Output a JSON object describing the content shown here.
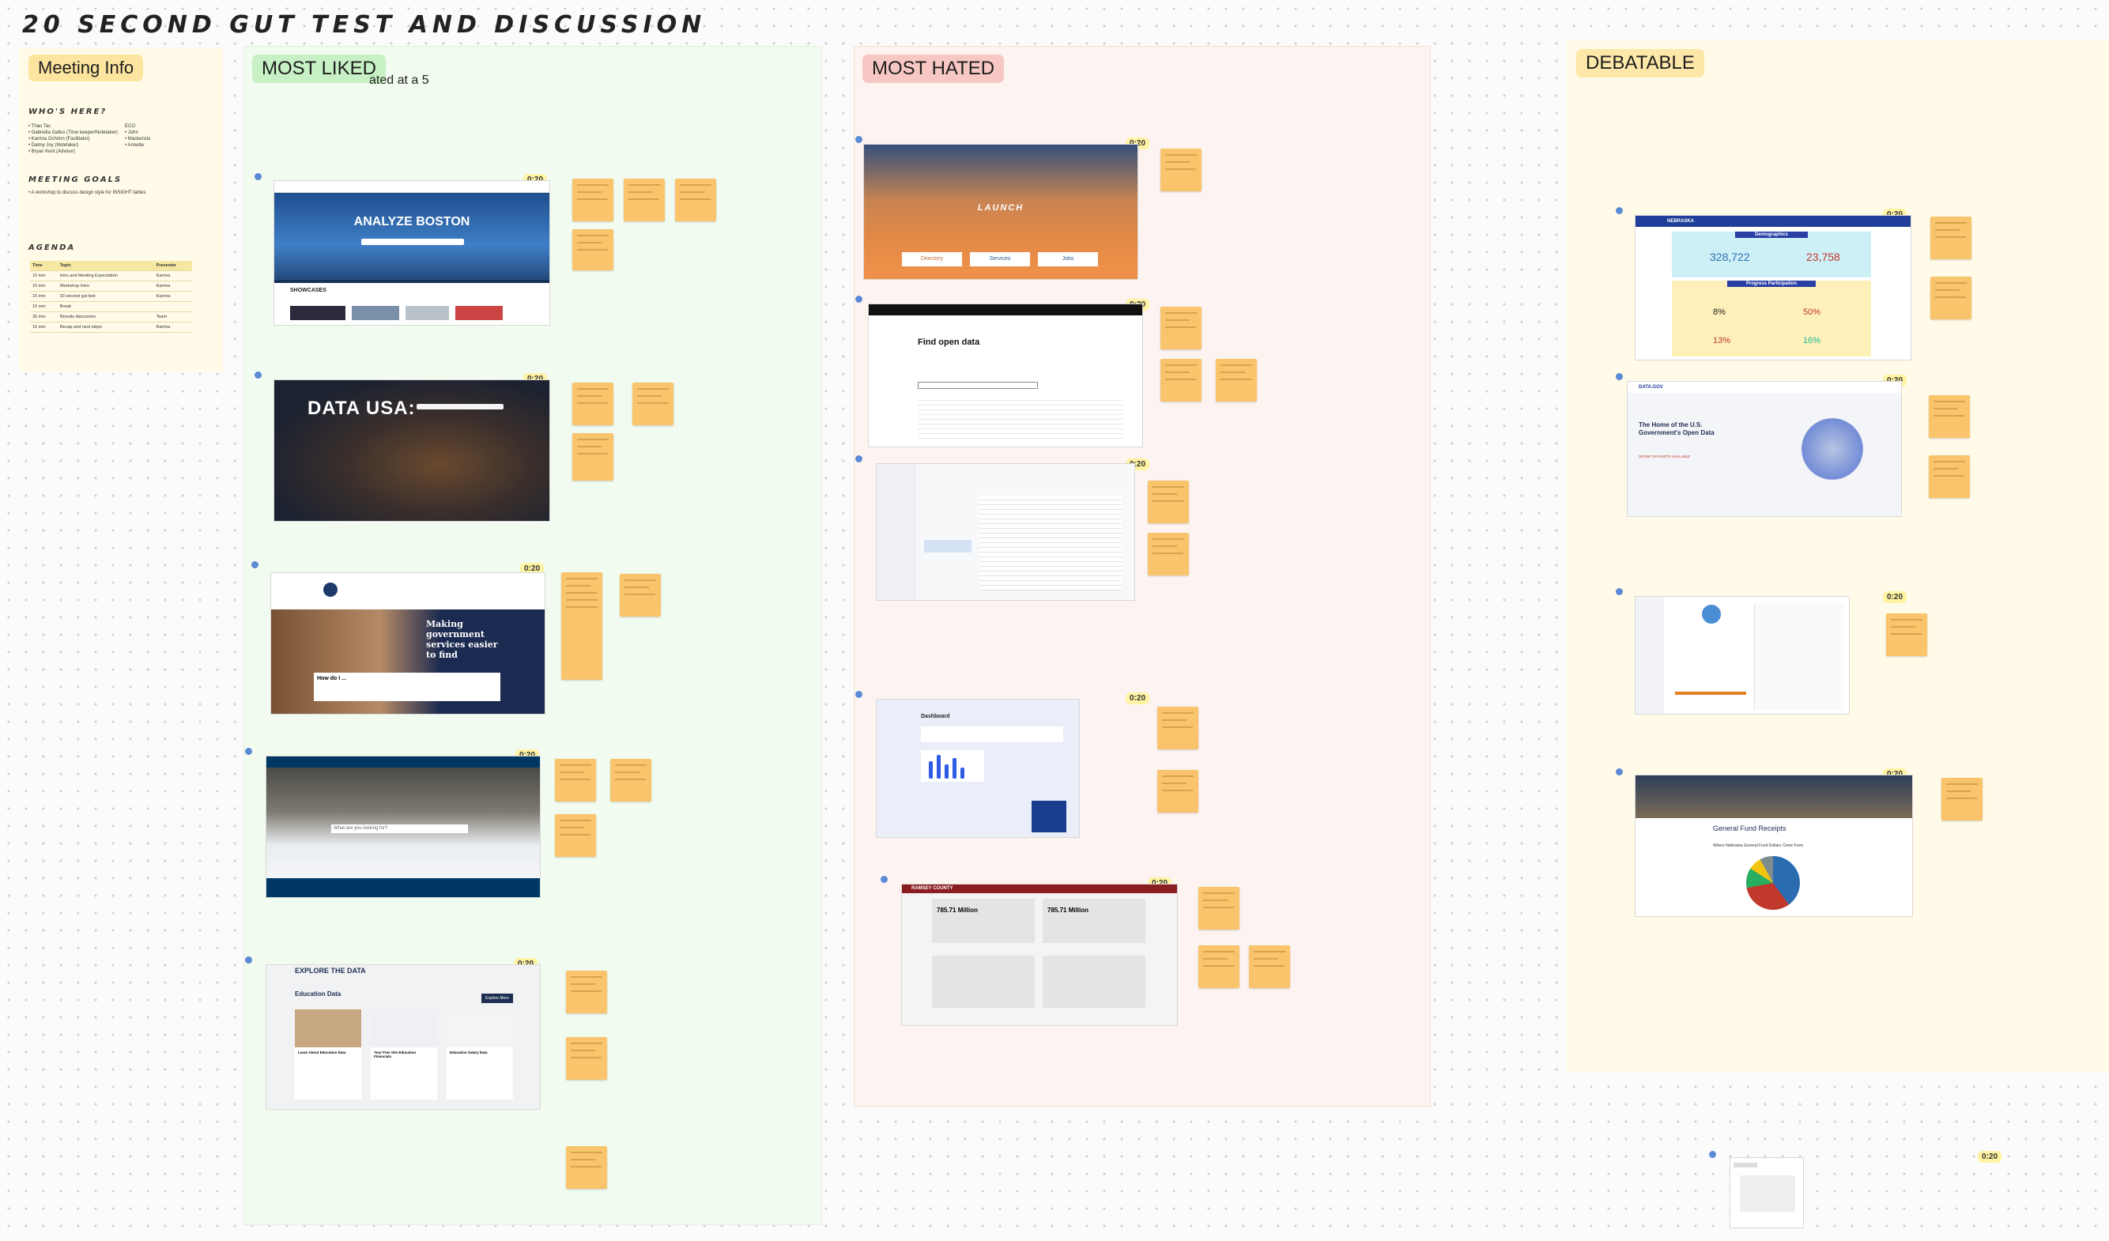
{
  "board": {
    "title": "20 SECOND GUT TEST AND DISCUSSION"
  },
  "meeting": {
    "label": "Meeting Info",
    "whos_here_heading": "WHO'S HERE?",
    "attendees_left": [
      "• Thao Tac",
      "• Gabriella Gallus (Time keeper/Notetaker)",
      "• Karrina Ochrinn (Facilitator)",
      "• Dalmy Joy (Notetaker)",
      "• Bryan Kent (Advisor)"
    ],
    "attendees_right": [
      "ECO",
      "• John",
      "• Mackenzie",
      "• Annette"
    ],
    "goals_heading": "MEETING GOALS",
    "goals": [
      "• A workshop to discuss design style for INSIGHT tables"
    ],
    "agenda_heading": "AGENDA",
    "agenda_columns": [
      "Time",
      "Topic",
      "Presenter"
    ],
    "agenda_rows": [
      [
        "10 min",
        "Intro and Meeting Expectation",
        "Karrina"
      ],
      [
        "10 min",
        "Workshop Intro",
        "Karrina"
      ],
      [
        "15 min",
        "20 second gut test",
        "Karrina"
      ],
      [
        "15 min",
        "Break",
        ""
      ],
      [
        "30 min",
        "Results discussion",
        "Team"
      ],
      [
        "15 min",
        "Recap and next steps",
        "Karrina"
      ]
    ]
  },
  "sections": {
    "liked": {
      "label": "MOST LIKED",
      "subtitle": "ated at a 5"
    },
    "hated": {
      "label": "MOST HATED"
    },
    "debatable": {
      "label": "DEBATABLE"
    }
  },
  "timer_label": "0:20",
  "screens": {
    "boston_title": "ANALYZE BOSTON",
    "boston_sub": "SHOWCASES",
    "datausa_title": "DATA USA:",
    "usagov_title": "Making government services easier to find",
    "usagov_sub": "How do I ...",
    "minnesota_search": "What are you looking for?",
    "explore_title": "EXPLORE THE DATA",
    "explore_sub": "Education Data",
    "explore_button": "Explore More",
    "explore_cards": [
      "Learn About Education Data",
      "Your Free Site Education Financials",
      "Education Salary Data"
    ],
    "idaho_title": "LAUNCH",
    "idaho_buttons": [
      "Directory",
      "Services",
      "Jobs"
    ],
    "find_open_title": "Find open data",
    "dashboard_title": "Dashboard",
    "ramsey_title": "RAMSEY COUNTY",
    "ramsey_values": [
      "785.71 Million",
      "785.71 Million"
    ],
    "nebraska_title": "NEBRASKA",
    "nebraska_demographics": "Demographics",
    "nebraska_values": [
      "328,722",
      "23,758"
    ],
    "nebraska_progress": "Progress Participation",
    "nebraska_pcts": [
      "8%",
      "50%",
      "13%",
      "16%"
    ],
    "datagov_title": "DATA.GOV",
    "datagov_heading": "The Home of the U.S. Government's Open Data",
    "datagov_count": "300,597 DATASETS AVAILABLE",
    "fund_title": "General Fund Receipts",
    "fund_sub": "Where Nebraska General Fund Dollars Come From"
  },
  "colors": {
    "meeting_bg": "#fffbe8",
    "liked_bg": "#f2fbef",
    "hated_bg": "#fdf4f1",
    "debatable_bg": "#fffbe8",
    "liked_label": "#c7f0c4",
    "hated_label": "#f7c8c3",
    "debatable_label": "#fde7a9",
    "meeting_label": "#fde49f",
    "sticky": "#f9c46b"
  }
}
